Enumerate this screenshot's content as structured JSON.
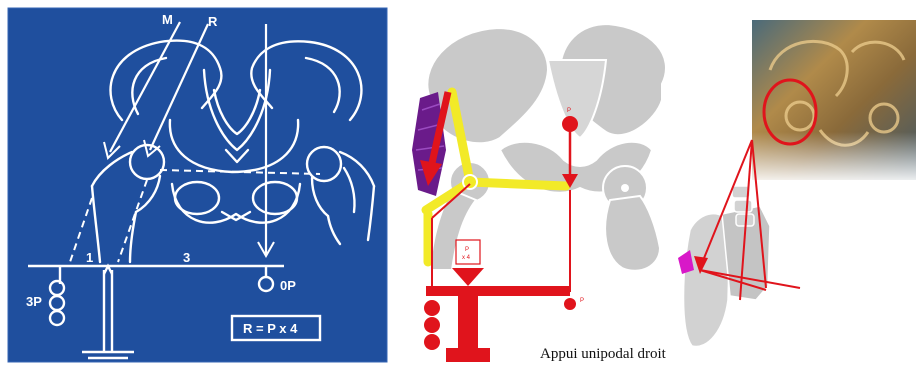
{
  "blueprint": {
    "label_m": "M",
    "label_r": "R",
    "label_1": "1",
    "label_3": "3",
    "label_3p": "3P",
    "label_op": "0P",
    "formula": "R = P x 4"
  },
  "model": {
    "caption": "Appui unipodal droit",
    "label_p_top": "P",
    "label_p_right": "P",
    "box_label_top": "P",
    "box_label_bottom": "x 4"
  },
  "colors": {
    "blueprint_bg": "#1f4f9e",
    "force_red": "#e0141c",
    "lever_yellow": "#f2ea28",
    "muscle_purple": "#6a1b8a",
    "bone_gray": "#c9c9c9"
  }
}
